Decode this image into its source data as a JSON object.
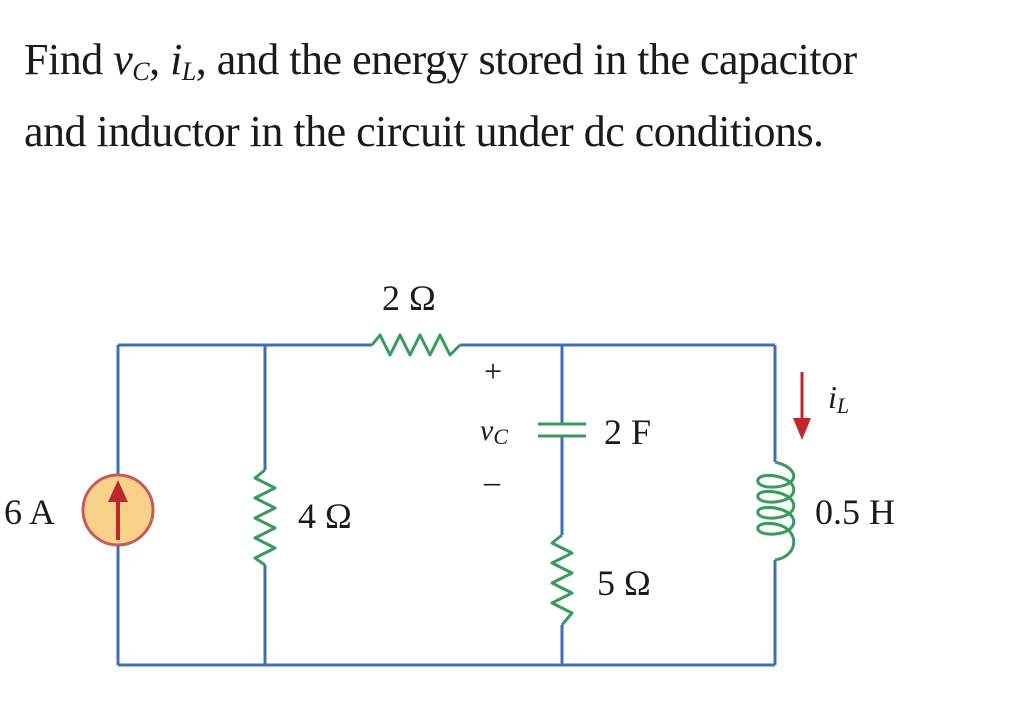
{
  "problem": {
    "line1": {
      "prefix": "Find ",
      "v_symbol": "v",
      "v_sub": "C",
      "sep": ", ",
      "i_symbol": "i",
      "i_sub": "L",
      "suffix": ", and the energy stored in the capacitor"
    },
    "line2": "and inductor in the circuit under dc conditions."
  },
  "circuit": {
    "source_label": "6 A",
    "r1_label": "4 Ω",
    "r2_label": "2 Ω",
    "cap_label": "2 F",
    "cap_voltage_symbol": "v",
    "cap_voltage_sub": "C",
    "plus_sign": "+",
    "minus_sign": "–",
    "r3_label": "5 Ω",
    "ind_label": "0.5 H",
    "ind_current_symbol": "i",
    "ind_current_sub": "L",
    "colors": {
      "wire": "#3d6fb4",
      "resistor": "#3a9a5e",
      "capacitor": "#3a9a5e",
      "inductor": "#3a9a5e",
      "source_fill": "#f9d189",
      "source_stroke": "#c85a5a",
      "arrow": "#c0272d"
    }
  }
}
